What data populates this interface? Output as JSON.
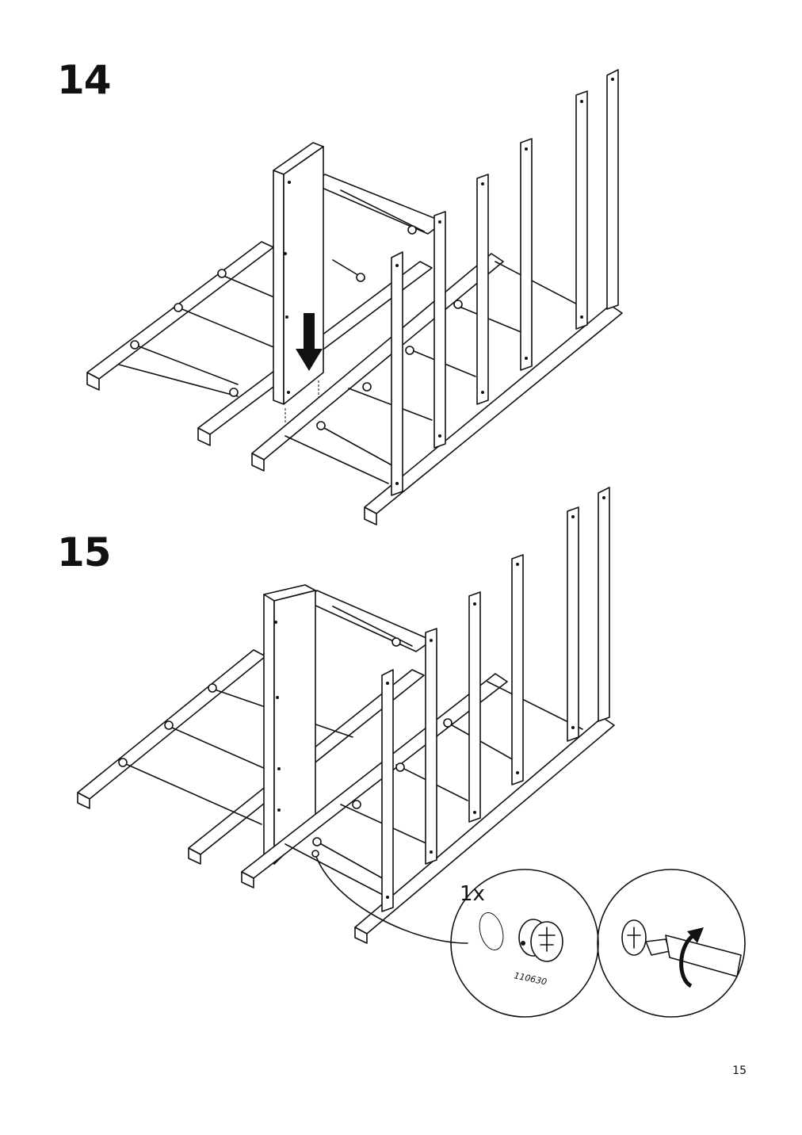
{
  "steps": [
    {
      "number": "14"
    },
    {
      "number": "15"
    }
  ],
  "detail": {
    "quantity": "1x",
    "part_number": "110630"
  },
  "page_number": "15",
  "icons": {
    "arrow": "down-arrow-icon",
    "rotate": "clockwise-rotate-icon",
    "screwdriver": "screwdriver-icon",
    "cam_lock": "cam-lock-icon"
  }
}
